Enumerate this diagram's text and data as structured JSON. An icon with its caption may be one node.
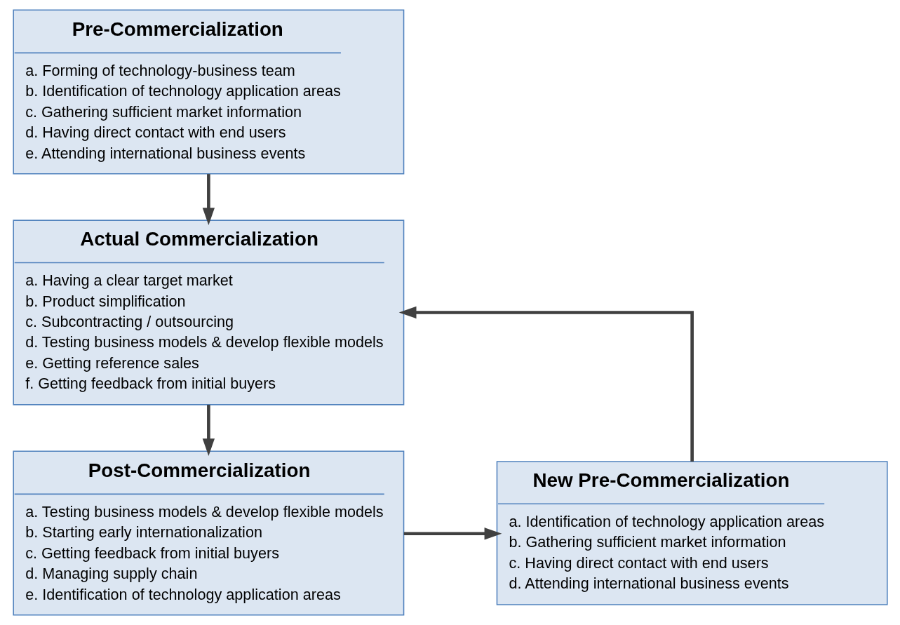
{
  "diagram": {
    "nodes": [
      {
        "text": [
          "Pre-Commercialization",
          "a. Forming of technology-business team",
          "b. Identification of technology application areas",
          "c. Gathering sufficient market information",
          "d. Having direct contact with end users",
          "e. Attending international business events"
        ]
      },
      {
        "text": [
          "Actual Commercialization",
          "a. Having a clear target market",
          "b. Product simplification",
          "c. Subcontracting / outsourcing",
          "d. Testing business models & develop flexible models",
          "e. Getting reference sales",
          "f. Getting feedback from initial buyers"
        ]
      },
      {
        "text": [
          "Post-Commercialization",
          "a. Testing business models & develop flexible models",
          "b. Starting early internationalization",
          "c. Getting feedback from initial buyers",
          "d. Managing supply chain",
          "e. Identification of technology application areas"
        ]
      },
      {
        "text": [
          "New Pre-Commercialization",
          "a. Identification of technology application areas",
          "b. Gathering sufficient market information",
          "c. Having direct contact with end users",
          "d. Attending international business events"
        ]
      }
    ],
    "edges": [
      {
        "from": 0,
        "to": 1,
        "arrow": "to"
      },
      {
        "from": 1,
        "to": 2,
        "arrow": "to"
      },
      {
        "from": 2,
        "to": 3,
        "arrow": "to"
      },
      {
        "from": 3,
        "to": 1,
        "arrow": "to"
      }
    ]
  }
}
